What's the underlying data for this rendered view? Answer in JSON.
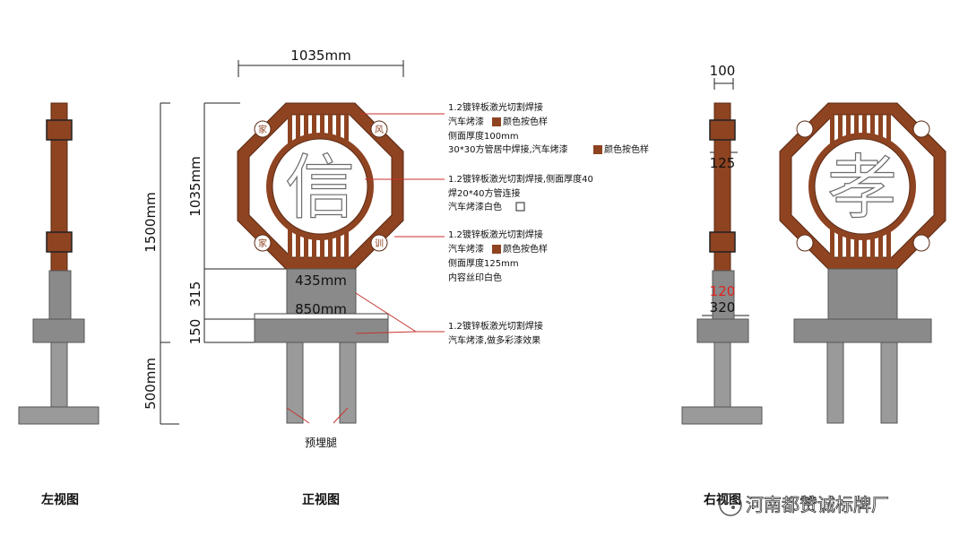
{
  "colors": {
    "rust": "#8e4321",
    "rust_dark": "#5a2a14",
    "stone": "#8a8a8a",
    "concrete": "#9a9a9a",
    "callout_red": "#c8322c",
    "accent_red": "#e0221f"
  },
  "top_dimension": "1035mm",
  "height_dims": {
    "total": "1500mm",
    "frame": "1035mm",
    "base_upper": "315",
    "base_lower": "150",
    "underground": "500mm"
  },
  "front_widths": {
    "column": "435mm",
    "base": "850mm"
  },
  "side_dims": {
    "top": "100",
    "mid": "125",
    "red": "120",
    "base": "320"
  },
  "notes": [
    {
      "lines": [
        "1.2镀锌板激光切割焊接",
        "汽车烤漆",
        "颜色按色样",
        "侧面厚度100mm",
        "30*30方管居中焊接,汽车烤漆",
        "颜色按色样"
      ]
    },
    {
      "lines": [
        "1.2镀锌板激光切割焊接,侧面厚度40",
        "焊20*40方管连接",
        "汽车烤漆白色"
      ]
    },
    {
      "lines": [
        "1.2镀锌板激光切割焊接",
        "汽车烤漆",
        "颜色按色样",
        "侧面厚度125mm",
        "内容丝印白色"
      ]
    },
    {
      "lines": [
        "1.2镀锌板激光切割焊接",
        "汽车烤漆,做多彩漆效果"
      ]
    }
  ],
  "embedded_legs": "预埋腿",
  "front_char": "信",
  "back_char": "孝",
  "corner_chars": [
    "家",
    "风",
    "家",
    "训"
  ],
  "view_labels": {
    "left": "左视图",
    "front": "正视图",
    "right_partial": "右视图"
  },
  "watermark": "河南都赞诚标牌厂"
}
